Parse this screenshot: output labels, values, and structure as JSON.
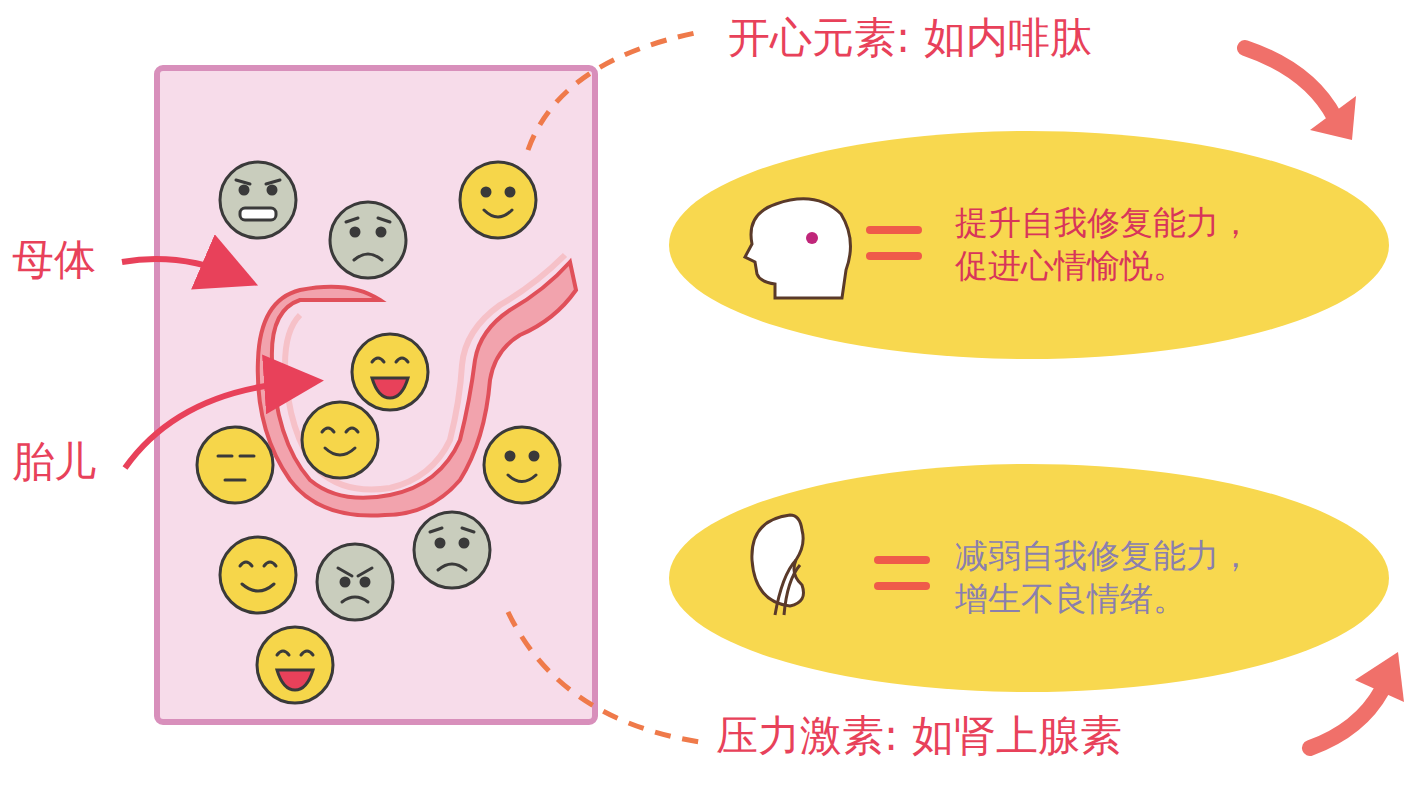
{
  "diagram": {
    "nodes": [
      {
        "text": [
          "提升自我修复能力， 促进心情愉悦。"
        ]
      },
      {
        "text": [
          "减弱自我修复能力， 增生不良情绪。"
        ]
      }
    ],
    "labels": [
      "母体",
      "胎儿",
      "开心元素: 如内啡肽",
      "压力激素: 如肾上腺素"
    ]
  }
}
